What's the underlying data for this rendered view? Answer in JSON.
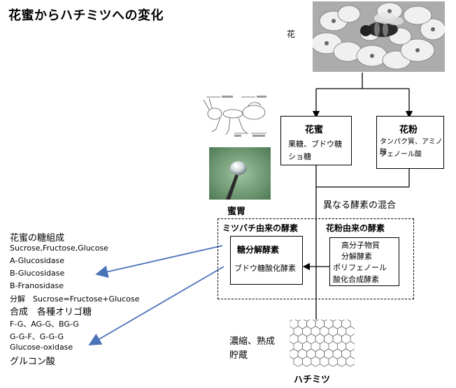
{
  "title": "花蜜からハチミツへの変化",
  "flower": {
    "label": "花"
  },
  "nectar_box": {
    "title": "花蜜",
    "lines": [
      "果糖、ブドウ糖",
      "ショ糖"
    ]
  },
  "pollen_box": {
    "title": "花粉",
    "lines": [
      "タンパク質、アミノ酸",
      "フェノール酸"
    ]
  },
  "stomach_label": "蜜胃",
  "mix_label": "異なる酵素の混合",
  "bee_enzymes": {
    "group_label": "ミツバチ由来の酵素",
    "lines": [
      "糖分解酵素",
      "ブドウ糖酸化酵素"
    ]
  },
  "pollen_enzymes": {
    "group_label": "花粉由来の酵素",
    "lines": [
      "高分子物質",
      "分解酵素",
      "ポリフェノール",
      "酸化合成酵素"
    ]
  },
  "sugar_list": [
    "花蜜の糖組成",
    "Sucrose,Fructose,Glucose",
    "A-Glucosidase",
    "B-Glucosidase",
    "B-Franosidase",
    "分解　Sucrose=Fructose+Glucose",
    "合成　各種オリゴ糖",
    "F-G、AG-G、BG-G",
    "G-G-F、G-G-G",
    "Glucose-oxidase",
    "グルコン酸"
  ],
  "process_label": "濃縮、熟成　貯蔵",
  "honey_label": "ハチミツ",
  "colors": {
    "arrow_blue": "#4a72b8",
    "line": "#000000"
  }
}
